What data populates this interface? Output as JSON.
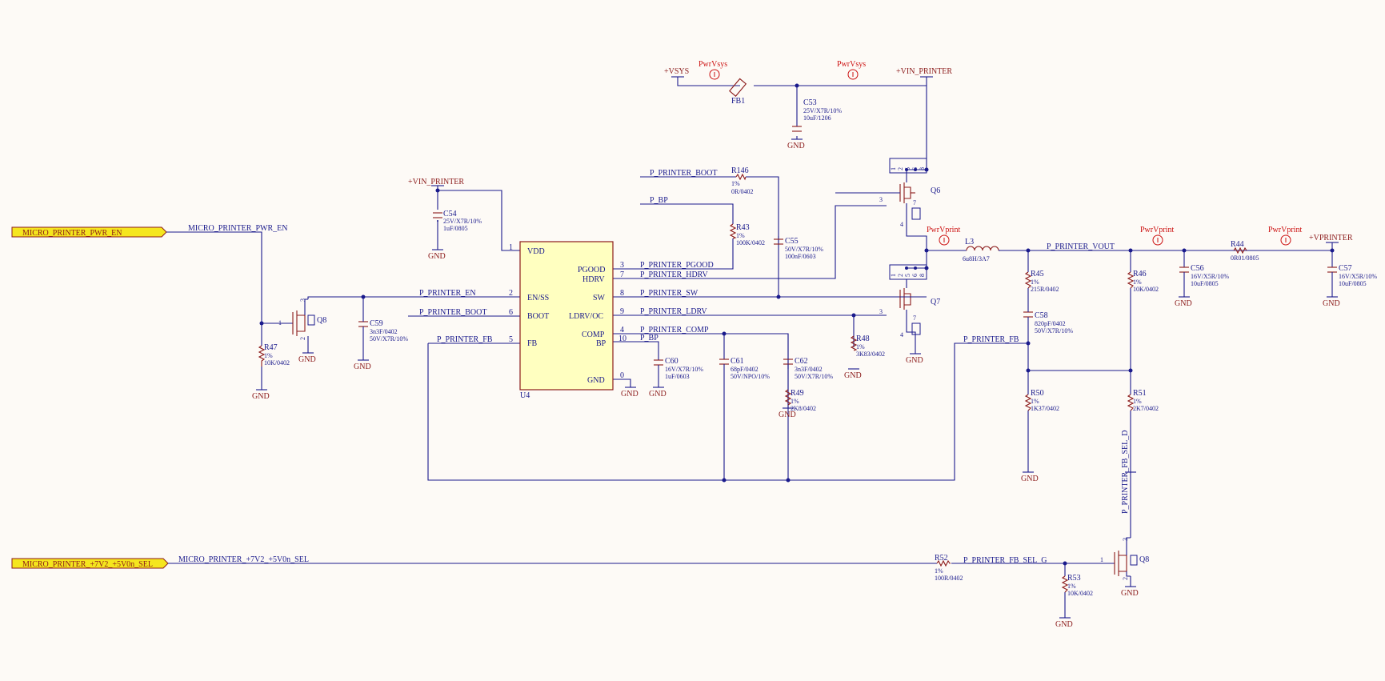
{
  "ports": {
    "pwr_en": "MICRO_PRINTER_PWR_EN",
    "sel": "MICRO_PRINTER_+7V2_+5V0n_SEL"
  },
  "nets": {
    "pwr_en": "MICRO_PRINTER_PWR_EN",
    "sel": "MICRO_PRINTER_+7V2_+5V0n_SEL",
    "en": "P_PRINTER_EN",
    "boot_in": "P_PRINTER_BOOT",
    "fb_in": "P_PRINTER_FB",
    "boot_top": "P_PRINTER_BOOT",
    "bp_top": "P_BP",
    "pgood": "P_PRINTER_PGOOD",
    "hdrv": "P_PRINTER_HDRV",
    "sw": "P_PRINTER_SW",
    "ldrv": "P_PRINTER_LDRV",
    "comp": "P_PRINTER_COMP",
    "bp": "P_BP",
    "vout": "P_PRINTER_VOUT",
    "fb_right": "P_PRINTER_FB",
    "fb_sel_d": "P_PRINTER_FB_SEL_D",
    "fb_sel_g": "P_PRINTER_FB_SEL_G"
  },
  "power": {
    "vsys": "+VSYS",
    "vin_printer_top": "+VIN_PRINTER",
    "vin_printer_left": "+VIN_PRINTER",
    "vprinter": "+VPRINTER",
    "gnd": "GND"
  },
  "probes": {
    "pwrvsys_1": "PwrVsys",
    "pwrvsys_2": "PwrVsys",
    "pwrvprint_1": "PwrVprint",
    "pwrvprint_2": "PwrVprint",
    "pwrvprint_3": "PwrVprint"
  },
  "ic": {
    "ref": "U4",
    "pins_left": [
      {
        "num": "1",
        "name": "VDD"
      },
      {
        "num": "2",
        "name": "EN/SS"
      },
      {
        "num": "6",
        "name": "BOOT"
      },
      {
        "num": "5",
        "name": "FB"
      }
    ],
    "pins_right": [
      {
        "num": "3",
        "name": "PGOOD"
      },
      {
        "num": "7",
        "name": "HDRV"
      },
      {
        "num": "8",
        "name": "SW"
      },
      {
        "num": "9",
        "name": "LDRV/OC"
      },
      {
        "num": "4",
        "name": "COMP"
      },
      {
        "num": "10",
        "name": "BP"
      },
      {
        "num": "0",
        "name": "GND"
      }
    ]
  },
  "components": {
    "fb1": {
      "ref": "FB1"
    },
    "c53": {
      "ref": "C53",
      "v1": "25V/X7R/10%",
      "v2": "10uF/1206"
    },
    "c54": {
      "ref": "C54",
      "v1": "25V/X7R/10%",
      "v2": "1uF/0805"
    },
    "r146": {
      "ref": "R146",
      "v1": "1%",
      "v2": "0R/0402"
    },
    "r43": {
      "ref": "R43",
      "v1": "1%",
      "v2": "100K/0402"
    },
    "c55": {
      "ref": "C55",
      "v1": "50V/X7R/10%",
      "v2": "100nF/0603"
    },
    "q6": {
      "ref": "Q6"
    },
    "q7": {
      "ref": "Q7"
    },
    "q8a": {
      "ref": "Q8"
    },
    "q8b": {
      "ref": "Q8"
    },
    "l3": {
      "ref": "L3",
      "v1": "6u8H/3A7"
    },
    "r45": {
      "ref": "R45",
      "v1": "1%",
      "v2": "215R/0402"
    },
    "c58": {
      "ref": "C58",
      "v1": "820pF/0402",
      "v2": "50V/X7R/10%"
    },
    "r46": {
      "ref": "R46",
      "v1": "1%",
      "v2": "10K/0402"
    },
    "c56": {
      "ref": "C56",
      "v1": "16V/X5R/10%",
      "v2": "10uF/0805"
    },
    "r44": {
      "ref": "R44",
      "v1": "0R01/0805"
    },
    "c57": {
      "ref": "C57",
      "v1": "16V/X5R/10%",
      "v2": "10uF/0805"
    },
    "r47": {
      "ref": "R47",
      "v1": "1%",
      "v2": "10K/0402"
    },
    "c59": {
      "ref": "C59",
      "v1": "3n3F/0402",
      "v2": "50V/X7R/10%"
    },
    "c60": {
      "ref": "C60",
      "v1": "16V/X7R/10%",
      "v2": "1uF/0603"
    },
    "c61": {
      "ref": "C61",
      "v1": "68pF/0402",
      "v2": "50V/NPO/10%"
    },
    "c62": {
      "ref": "C62",
      "v1": "3n3F/0402",
      "v2": "50V/X7R/10%"
    },
    "r49": {
      "ref": "R49",
      "v1": "1%",
      "v2": "2K8/0402"
    },
    "r48": {
      "ref": "R48",
      "v1": "1%",
      "v2": "3K83/0402"
    },
    "r50": {
      "ref": "R50",
      "v1": "1%",
      "v2": "1K37/0402"
    },
    "r51": {
      "ref": "R51",
      "v1": "1%",
      "v2": "2K7/0402"
    },
    "r52": {
      "ref": "R52",
      "v1": "1%",
      "v2": "100R/0402"
    },
    "r53": {
      "ref": "R53",
      "v1": "1%",
      "v2": "10K/0402"
    }
  },
  "pin_numbers": {
    "q8a_g": "1",
    "q8a_d": "3",
    "q8a_s": "2",
    "q6_g": "3",
    "q6_s": "4",
    "q6_d": [
      "1",
      "2",
      "5",
      "6",
      "8"
    ],
    "q7_g": "3",
    "q7_s": "4",
    "q7_d": [
      "1",
      "2",
      "5",
      "6",
      "8"
    ],
    "q8b_g": "1",
    "q8b_d": "3",
    "q8b_s": "2",
    "seven_a": "7",
    "seven_b": "7"
  }
}
